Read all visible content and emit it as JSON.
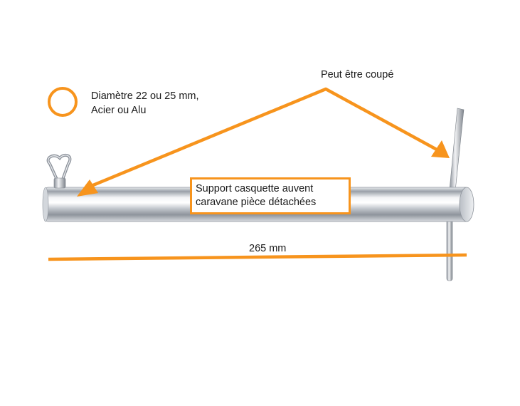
{
  "colors": {
    "accent": "#f7941d",
    "metal": "#c8ccd2"
  },
  "icons": {
    "spec_marker": "circle-outline-icon",
    "pointer": "arrow-icon",
    "wing_nut": "wing-nut-icon",
    "pin": "locking-pin-icon"
  },
  "specs": {
    "line1": "Diamètre 22 ou 25 mm,",
    "line2": "Acier ou Alu"
  },
  "callout": {
    "cut_label": "Peut être coupé"
  },
  "product_label": {
    "line1": "Support casquette auvent",
    "line2": "caravane pièce détachées"
  },
  "dimension": {
    "length_label": "265 mm"
  }
}
